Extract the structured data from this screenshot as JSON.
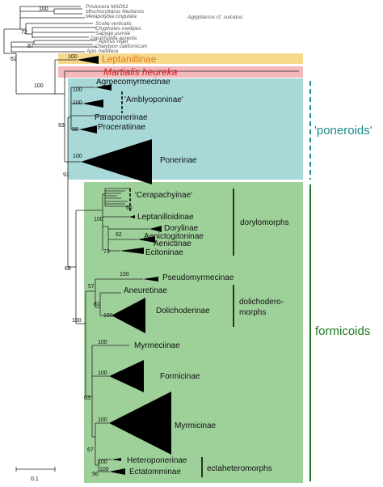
{
  "colors": {
    "leptanillinae_band": "#f6d98a",
    "martialis_band": "#f5b8bc",
    "poneroids_band": "#a8d8d8",
    "formicoids_band": "#9ed19a",
    "leptanillinae_text": "#e07a1f",
    "martialis_text": "#cc1f1f",
    "poneroids_text": "#1f8a8a",
    "formicoids_text": "#1f7a1f"
  },
  "outgroups": [
    "Pristocera MAD01",
    "Mischocyttarus flavitarsis",
    "Metapolybia cingulata",
    "Aglyptacros cf. sulcatus",
    "Scolia verticalis",
    "Chyphotes mellipes",
    "Sapyga pumila",
    "Dasymutilla aureola",
    "Aporus niger",
    "Chalybion californicum",
    "Apis mellifera"
  ],
  "taxa": {
    "leptanillinae": "Leptanillinae",
    "martialis": "Martialis heureka",
    "agroecomyrmecinae": "Agroecomyrmecinae",
    "amblyoponinae": "'Amblyoponinae'",
    "paraponerinae": "Paraponerinae",
    "proceratiinae": "Proceratiinae",
    "ponerinae": "Ponerinae",
    "cerapachyinae": "'Cerapachyinae'",
    "leptanilloidinae": "Leptanilloidinae",
    "dorylinae": "Dorylinae",
    "aenictogitoninae": "Aenictogitoninae",
    "aenictinae": "Aenictinae",
    "ecitoninae": "Ecitoninae",
    "pseudomyrmecinae": "Pseudomyrmecinae",
    "aneuretinae": "Aneuretinae",
    "dolichoderinae": "Dolichoderinae",
    "myrmeciinae": "Myrmeciinae",
    "formicinae": "Formicinae",
    "myrmicinae": "Myrmicinae",
    "heteroponerinae": "Heteroponerinae",
    "ectatomminae": "Ectatomminae"
  },
  "groups": {
    "poneroids": "'poneroids'",
    "formicoids": "formicoids",
    "dorylomorphs": "dorylomorphs",
    "dolichodero_line1": "dolichodero-",
    "dolichodero_line2": "morphs",
    "ectaheteromorphs": "ectaheteromorphs"
  },
  "support": {
    "outgroup_top": "100",
    "sapyga": "72",
    "aporus": "87",
    "root": "62",
    "leptanillinae": "100",
    "ant_stem": "100",
    "agroeco": "100",
    "ambly": "100",
    "proceratiinae": "98",
    "poneroid_node": "93",
    "ponerinae": "100",
    "poneroid_base": "91",
    "cerapachy": "66",
    "doryl_base": "100",
    "aenicto": "62",
    "ecitoninae": "73",
    "formicoid_mid": "68",
    "pseudomyrmecinae": "100",
    "dolicho_node": "57",
    "aneuretinae": "81",
    "dolichoderinae": "100",
    "formicoid_base": "100",
    "myrmeciinae": "100",
    "formicinae": "100",
    "formicinae_node": "63",
    "myrmicinae": "100",
    "lower_node": "67",
    "heteroponerinae": "100",
    "ectaheteromorph": "96",
    "ectatomminae": "100"
  },
  "scale_label": "0.1"
}
